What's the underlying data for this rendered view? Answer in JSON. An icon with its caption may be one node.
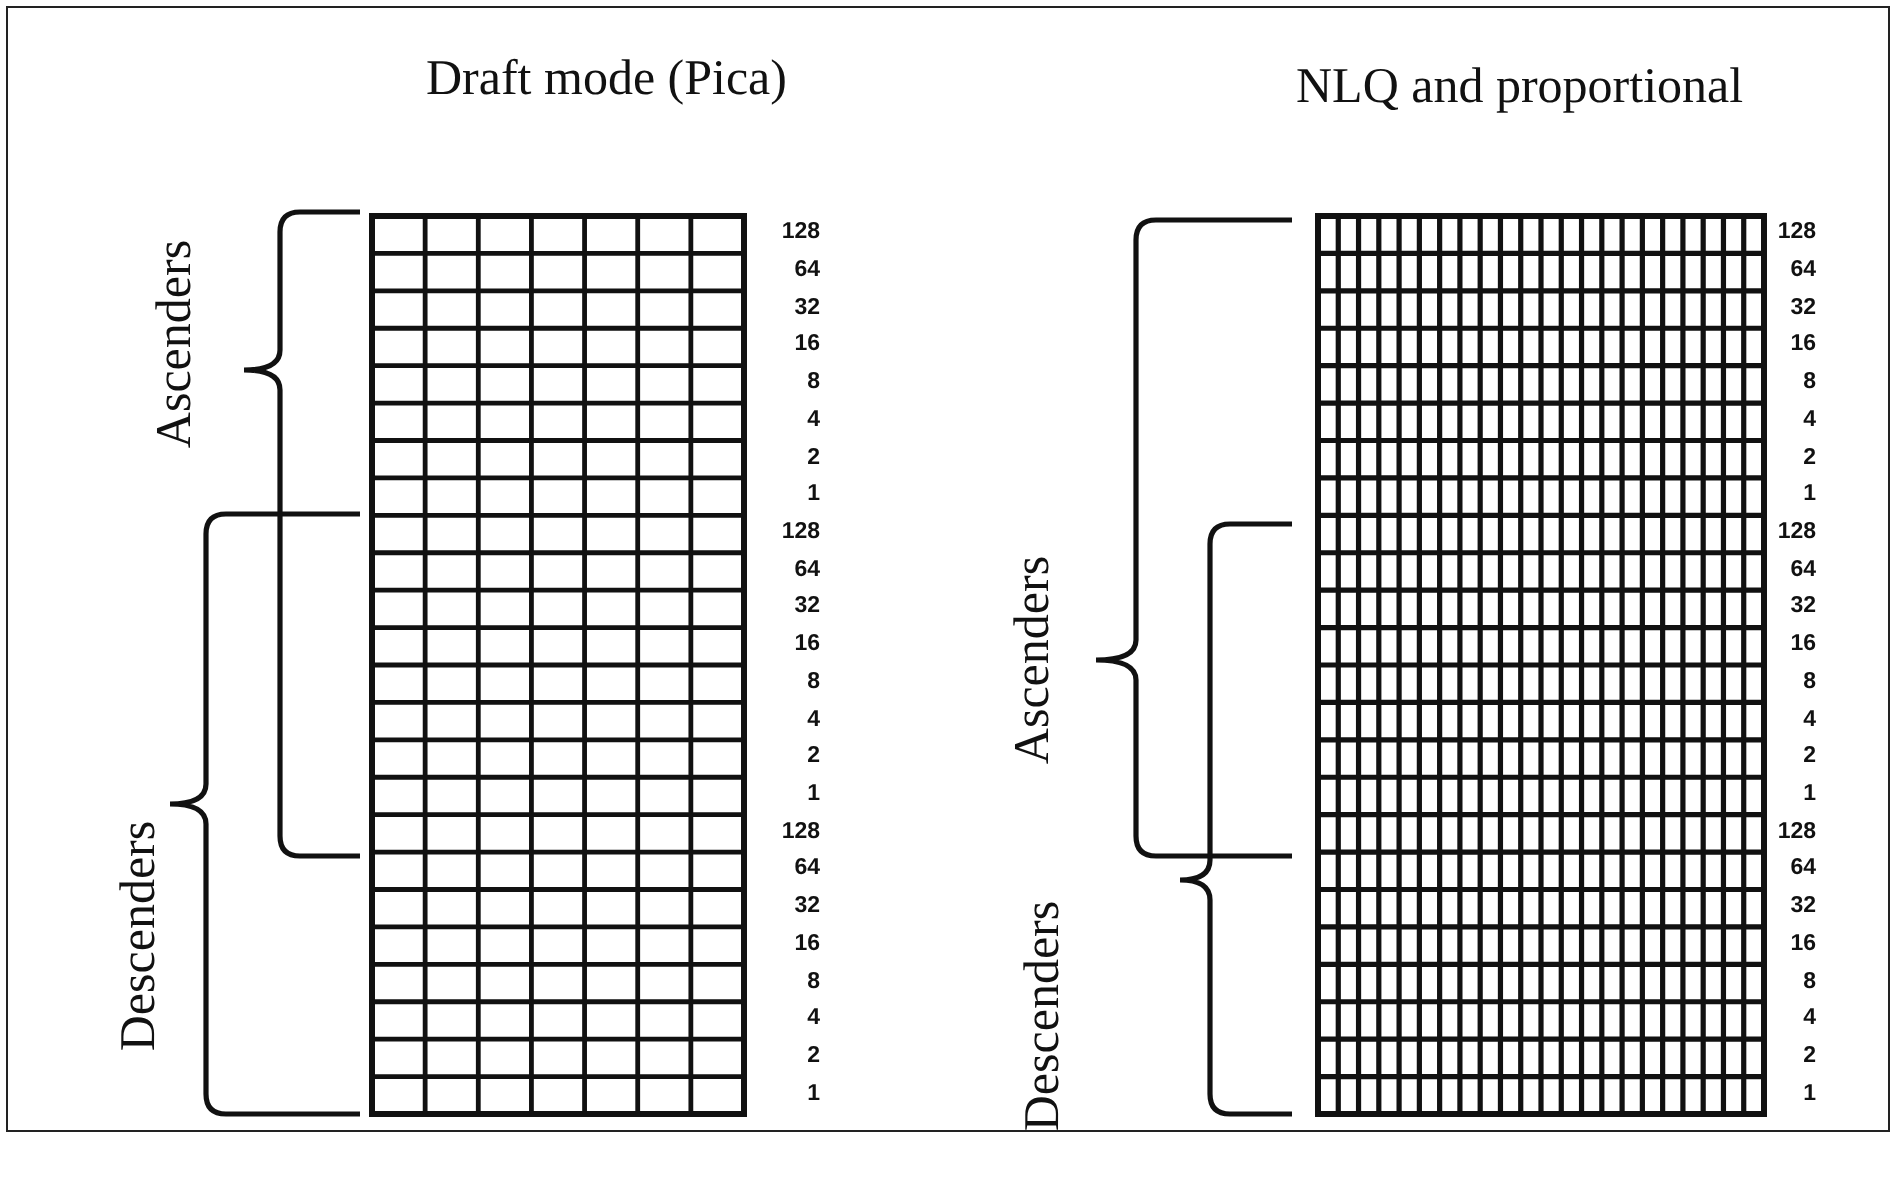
{
  "diagram": {
    "labels": [
      "Draft mode (Pica)",
      "NLQ and proportional",
      "Ascenders",
      "Descenders",
      "Ascenders",
      "Descenders",
      "128",
      "64",
      "32",
      "16",
      "8",
      "4",
      "2",
      "1",
      "128",
      "64",
      "32",
      "16",
      "8",
      "4",
      "2",
      "1",
      "128",
      "64",
      "32",
      "16",
      "8",
      "4",
      "2",
      "1",
      "128",
      "64",
      "32",
      "16",
      "8",
      "4",
      "2",
      "1",
      "128",
      "64",
      "32",
      "16",
      "8",
      "4",
      "2",
      "1",
      "128",
      "64",
      "32",
      "16",
      "8",
      "4",
      "2",
      "1"
    ]
  }
}
